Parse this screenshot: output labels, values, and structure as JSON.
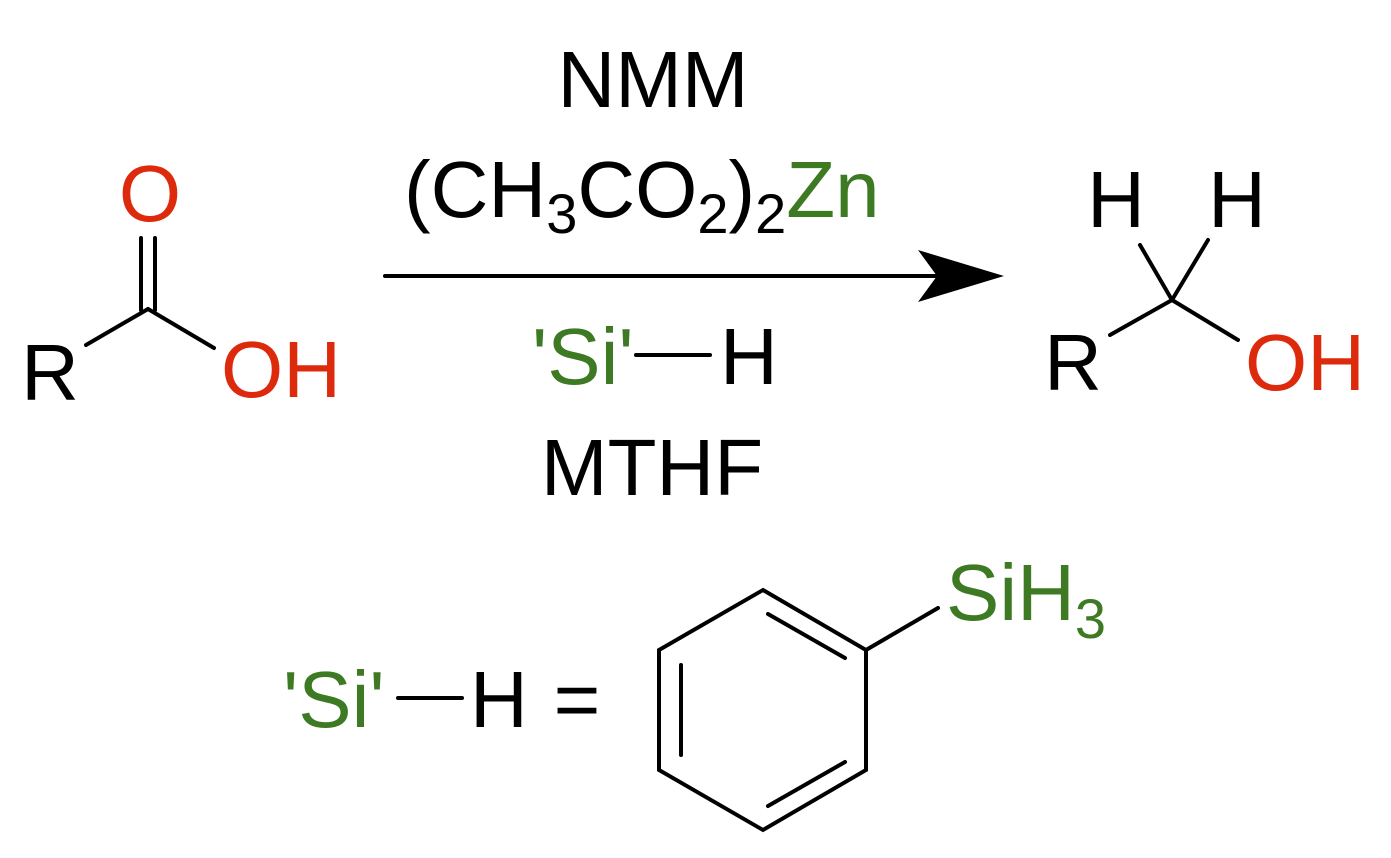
{
  "colors": {
    "black": "#000000",
    "oxygen": "#dd2a0d",
    "silicon_zinc": "#3d7a23"
  },
  "reactant": {
    "r": "R",
    "carbonyl_o": "O",
    "hydroxyl": "OH"
  },
  "conditions": {
    "reagent_1": "NMM",
    "reagent_2": {
      "open_paren": "(CH",
      "sub_3": "3",
      "co": "CO",
      "sub_2a": "2",
      "close_paren": ")",
      "sub_2b": "2",
      "zn": "Zn"
    },
    "reagent_3": {
      "si": "'Si'",
      "h": "H"
    },
    "solvent": "MTHF"
  },
  "product": {
    "h_left": "H",
    "h_right": "H",
    "r": "R",
    "hydroxyl": "OH"
  },
  "definition": {
    "si": "'Si'",
    "h": "H",
    "equals": "=",
    "silyl": {
      "sih": "SiH",
      "sub_3": "3"
    }
  }
}
